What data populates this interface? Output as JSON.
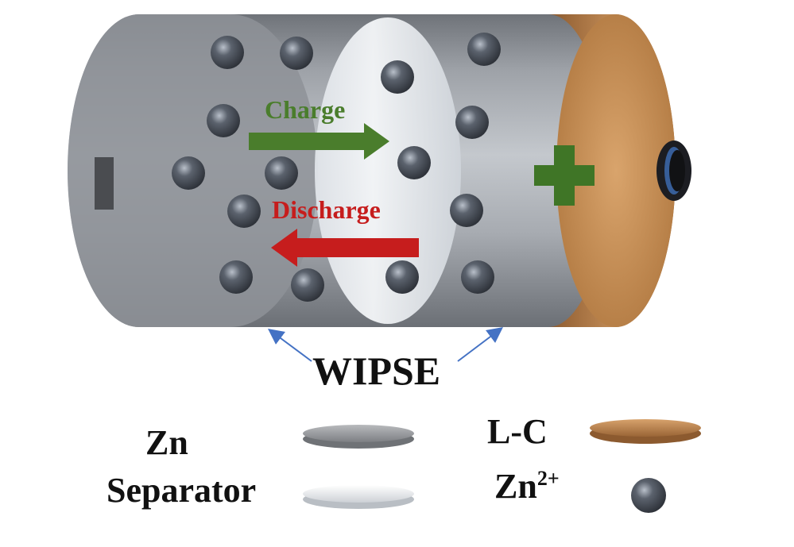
{
  "battery": {
    "negative_terminal": "-",
    "positive_terminal": "+"
  },
  "arrows": {
    "charge_label": "Charge",
    "discharge_label": "Discharge"
  },
  "electrolyte": {
    "label": "WIPSE"
  },
  "legend": {
    "zn": "Zn",
    "separator": "Separator",
    "lc": "L-C",
    "zn_ion_base": "Zn",
    "zn_ion_charge": "2+"
  },
  "colors": {
    "charge_arrow": "#4a7d2c",
    "discharge_arrow": "#c61d1d",
    "pointer_arrow": "#4472c4",
    "zn_electrode": "#8e9094",
    "separator": "#e9ecef",
    "lc_electrode": "#b8814f",
    "ion": "#4a4f58"
  }
}
